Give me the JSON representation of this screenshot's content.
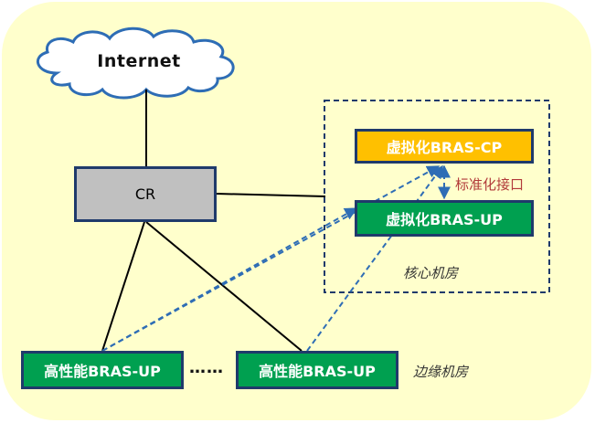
{
  "nodes": {
    "internet": "Internet",
    "cr": "CR",
    "vbras_cp": "虚拟化BRAS-CP",
    "vbras_up": "虚拟化BRAS-UP",
    "edge_up_1": "高性能BRAS-UP",
    "edge_up_2": "高性能BRAS-UP"
  },
  "labels": {
    "standard_interface": "标准化接口",
    "core_room": "核心机房",
    "edge_room": "边缘机房",
    "ellipsis": "……"
  },
  "colors": {
    "background": "#ffffcc",
    "cloud_stroke": "#2e6db5",
    "box_border": "#1f3a6b",
    "cr_fill": "#c0c0c0",
    "up_fill": "#00a050",
    "cp_fill": "#ffc000",
    "dashed_link": "#2e6db5",
    "interface_text": "#b23a3a"
  }
}
